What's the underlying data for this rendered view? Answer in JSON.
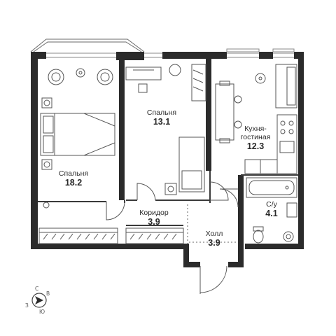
{
  "rooms": [
    {
      "id": "bedroom-large",
      "name": "Спальня",
      "area": "18.2"
    },
    {
      "id": "bedroom-small",
      "name": "Спальня",
      "area": "13.1"
    },
    {
      "id": "kitchen-living",
      "name": "Кухня-\nгостиная",
      "area": "12.3"
    },
    {
      "id": "corridor",
      "name": "Коридор",
      "area": "3.9"
    },
    {
      "id": "hall",
      "name": "Холл",
      "area": "3.9"
    },
    {
      "id": "bathroom",
      "name": "С/у",
      "area": "4.1"
    }
  ],
  "compass": {
    "n": "С",
    "e": "В",
    "s": "Ю",
    "w": "З"
  },
  "colors": {
    "wall": "#2b2b2b",
    "line": "#555555",
    "window": "#8a8a8a"
  }
}
